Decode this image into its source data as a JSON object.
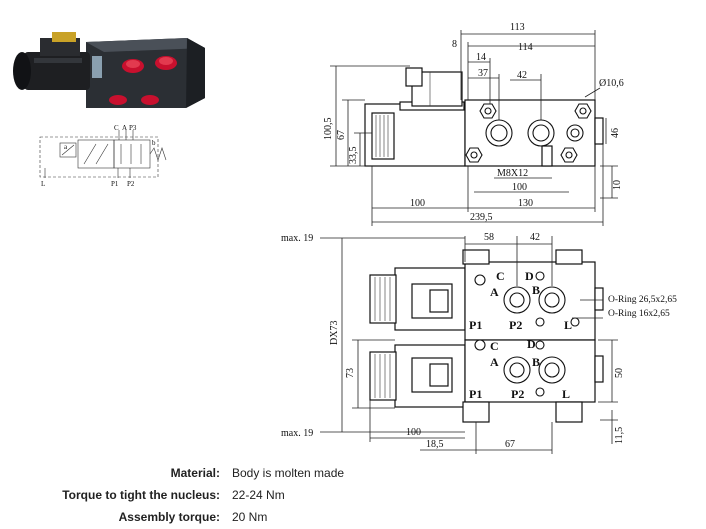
{
  "top_view_dims": {
    "d113": "113",
    "d114": "114",
    "d8": "8",
    "d14": "14",
    "d37": "37",
    "d42": "42",
    "d10_6": "Ø10,6",
    "d100_5": "100,5",
    "d67": "67",
    "d33_5": "33,5",
    "d46": "46",
    "d10": "10",
    "m8x12": "M8X12",
    "d100_inner": "100",
    "d100_left": "100",
    "d130": "130",
    "d239_5": "239,5"
  },
  "bottom_view_dims": {
    "max19_top": "max. 19",
    "d58": "58",
    "d42": "42",
    "dx73": "DX73",
    "d73": "73",
    "d50": "50",
    "d100": "100",
    "d18_5": "18,5",
    "d67": "67",
    "d11_5": "11,5",
    "max19_bottom": "max. 19"
  },
  "ports": {
    "upper": {
      "c": "C",
      "d": "D",
      "a": "A",
      "b": "B",
      "p1": "P1",
      "p2": "P2",
      "l": "L"
    },
    "lower": {
      "c": "C",
      "d": "D",
      "a": "A",
      "b": "B",
      "p1": "P1",
      "p2": "P2",
      "l": "L"
    }
  },
  "oring_labels": {
    "large": "O-Ring 26,5x2,65",
    "small": "O-Ring 16x2,65"
  },
  "symbol_labels": {
    "c": "C",
    "a": "A",
    "p3": "P3",
    "a_small": "a",
    "b_small": "b",
    "l": "L",
    "p1": "P1",
    "p2": "P2"
  },
  "specs": [
    {
      "label": "Material:",
      "value": "Body is molten made"
    },
    {
      "label": "Torque to tight the nucleus:",
      "value": "22-24 Nm"
    },
    {
      "label": "Assembly torque:",
      "value": "20 Nm"
    }
  ],
  "colors": {
    "valve_body": "#2f3338",
    "knob": "#c8102e",
    "coil": "#1e1f22"
  }
}
